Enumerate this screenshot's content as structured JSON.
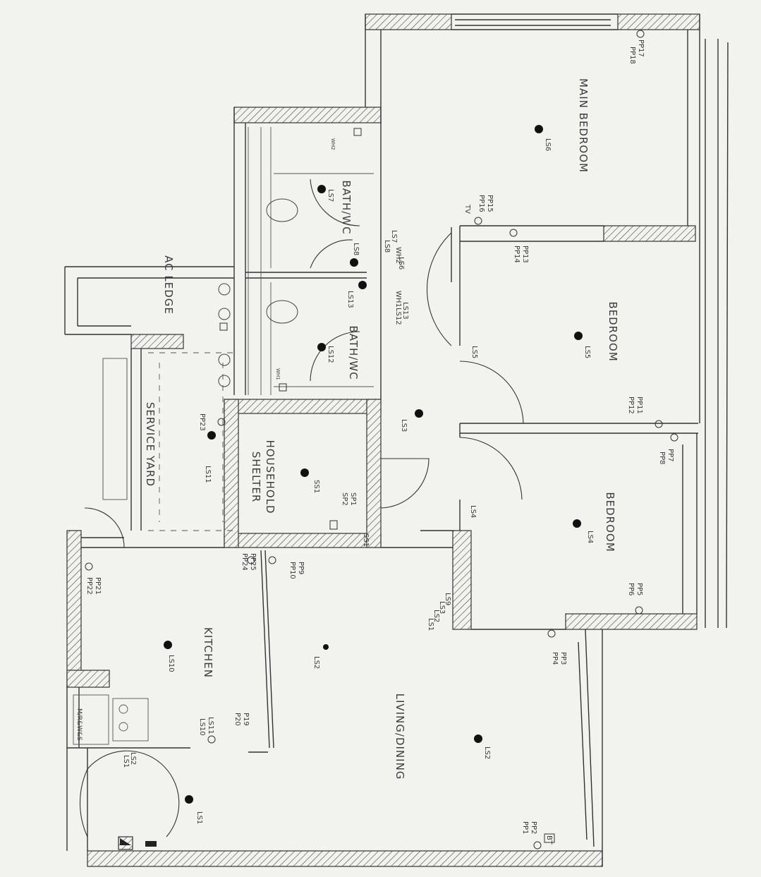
{
  "rooms": {
    "main_bedroom": "MAIN BEDROOM",
    "bath_wc_1": "BATH/WC",
    "bath_wc_2": "BATH/WC",
    "ac_ledge": "AC LEDGE",
    "bedroom_1": "BEDROOM",
    "bedroom_2": "BEDROOM",
    "household_shelter_1": "HOUSEHOLD",
    "household_shelter_2": "SHELTER",
    "service_yard": "SERVICE YARD",
    "kitchen": "KITCHEN",
    "living_dining": "LIVING/DINING"
  },
  "lights": {
    "ls6": "LS6",
    "ls7": "LS7",
    "ls8": "LS8",
    "ls13": "LS13",
    "ls12": "LS12",
    "ls3": "LS3",
    "ls5": "LS5",
    "ls4": "LS4",
    "ls11": "LS11",
    "ss1": "SS1",
    "ls10": "LS10",
    "ls2_living": "LS2",
    "ls2_hall": "LS2",
    "ls1": "LS1"
  },
  "labels": {
    "pp17": "PP17",
    "pp18": "PP18",
    "pp15": "PP15",
    "pp16": "PP16",
    "pp13": "PP13",
    "pp14": "PP14",
    "pp11": "PP11",
    "pp12": "PP12",
    "pp7": "PP7",
    "pp8": "PP8",
    "pp5": "PP5",
    "pp6": "PP6",
    "pp3": "PP3",
    "pp4": "PP4",
    "pp1": "PP1",
    "pp2": "PP2",
    "pp9": "PP9",
    "pp10": "PP10",
    "pp24": "PP24",
    "pp25": "PP25",
    "pp21": "PP21",
    "pp22": "PP22",
    "pp19": "P19",
    "pp20": "P20",
    "pp23": "PP23",
    "sp1": "SP1",
    "sp2": "SP2",
    "ss1_sw": "SS1",
    "wh1": "WH1",
    "wh2": "WH2",
    "wh1_small": "WH1",
    "wh2_small": "WH2",
    "ls7_sw": "LS7",
    "ls8_sw": "LS8",
    "ls6_sw": "LS6",
    "ls13_sw": "LS13",
    "ls12_sw": "LS12",
    "ls5_sw": "LS5",
    "ls4_sw": "LS4",
    "ls9_sw": "LS9",
    "ls3_sw": "LS3",
    "ls2_sw": "LS2",
    "ls1_sw": "LS1",
    "ls11_sw": "LS11",
    "ls10_sw": "LS10",
    "ls2_door": "LS2",
    "ls1_door": "LS1",
    "tv": "TV",
    "bt": "BT",
    "mrwash": "M/R&W&S",
    "num2": "2"
  }
}
